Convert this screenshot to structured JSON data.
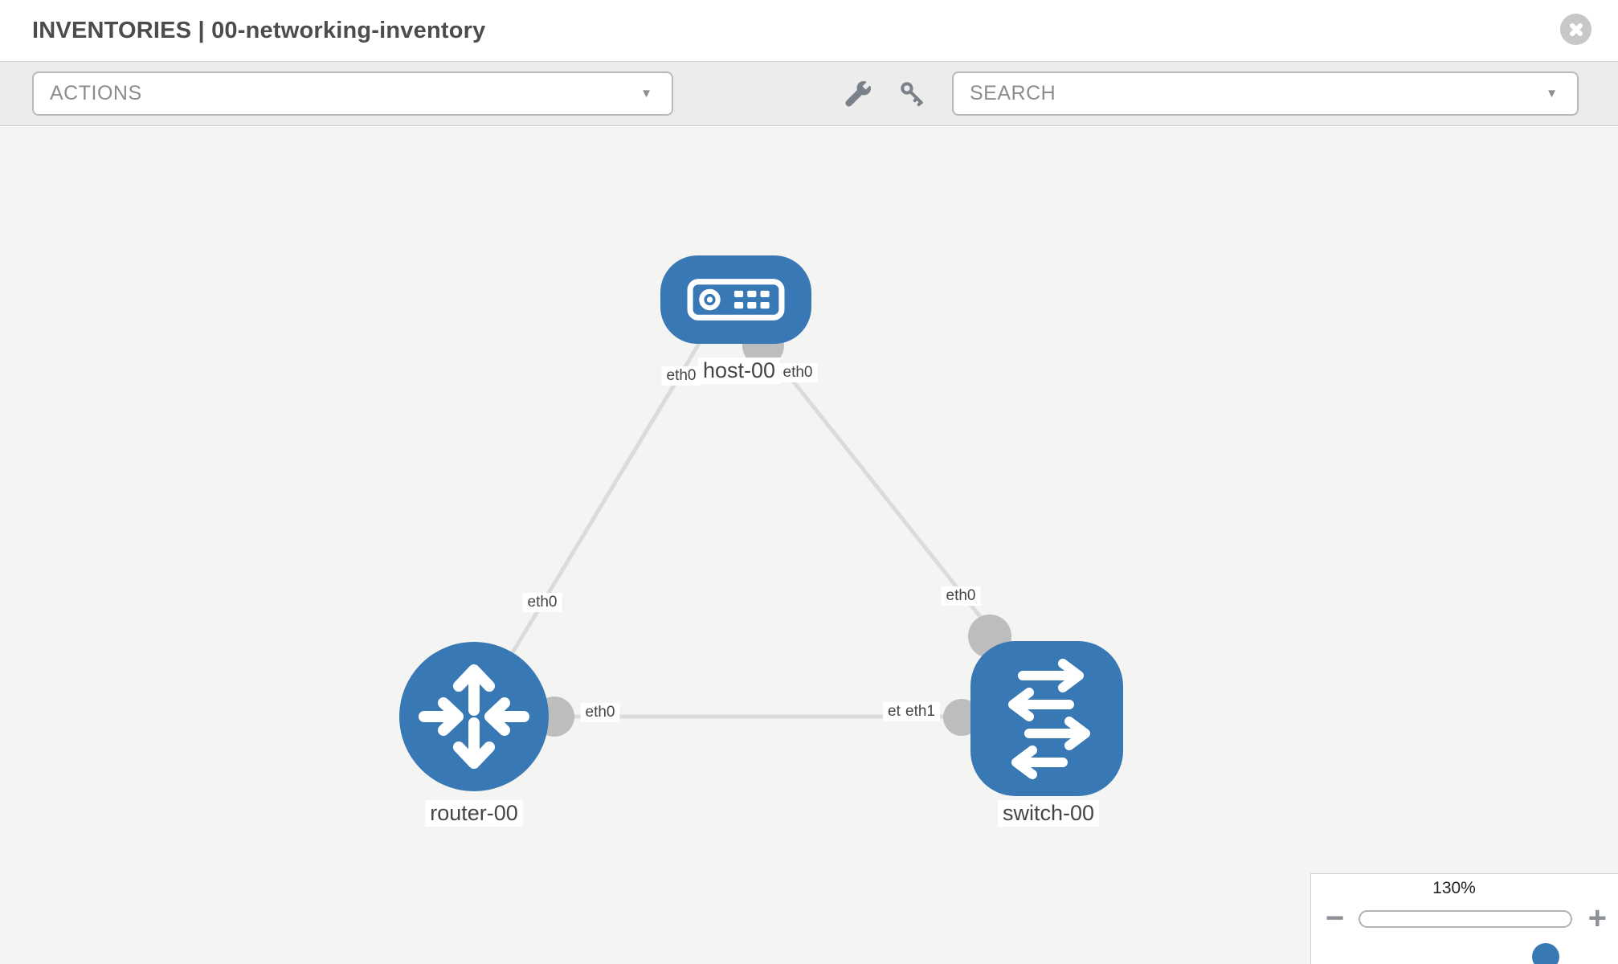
{
  "header": {
    "title": "INVENTORIES | 00-networking-inventory"
  },
  "toolbar": {
    "actions_label": "ACTIONS",
    "search_label": "SEARCH",
    "caret": "▼",
    "tool_icons": [
      "wrench-icon",
      "key-icon"
    ]
  },
  "diagram": {
    "nodes": [
      {
        "label": "host-00",
        "type": "host",
        "icon": "server-icon"
      },
      {
        "label": "router-00",
        "type": "router",
        "icon": "router-arrows-icon"
      },
      {
        "label": "switch-00",
        "type": "switch",
        "icon": "switch-arrows-icon"
      }
    ],
    "links": [
      {
        "from": "host-00",
        "to": "router-00",
        "labels": [
          "eth0",
          "eth0"
        ]
      },
      {
        "from": "host-00",
        "to": "switch-00",
        "labels": [
          "eth0",
          "eth0"
        ]
      },
      {
        "from": "router-00",
        "to": "switch-00",
        "labels": [
          "eth0",
          "eth1"
        ]
      }
    ],
    "interface_labels": {
      "host_side_left": "eth0",
      "host_side_right": "eth0",
      "host_router_link": "eth0",
      "host_switch_link": "eth0",
      "router_side": "eth0",
      "switch_side_hidden": "eth0",
      "switch_side_top": "eth1"
    }
  },
  "zoom_control": {
    "level": "130%",
    "minus_label": "−",
    "plus_label": "+"
  },
  "colors": {
    "accent_blue": "#3879b5",
    "link_gray": "#dbdbdb",
    "connector_gray": "#bdbdbd",
    "canvas_bg": "#f4f4f3",
    "toolbar_bg": "#ececec"
  }
}
